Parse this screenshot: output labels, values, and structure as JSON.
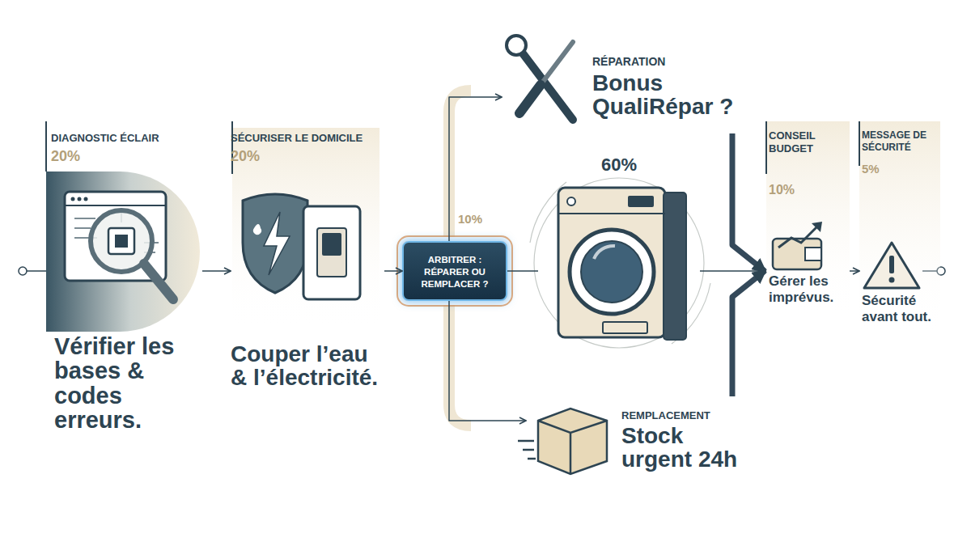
{
  "diagram": {
    "nodes": [
      {
        "text": [
          "DIAGNOSTIC ÉCLAIR",
          "20%",
          "Vérifier les bases & codes erreurs."
        ]
      },
      {
        "text": [
          "SÉCURISER LE DOMICILE",
          "20%",
          "Couper l’eau & l’électricité."
        ]
      },
      {
        "text": [
          "ARBITRER : RÉPARER OU REMPLACER ?"
        ]
      },
      {
        "text": [
          "RÉPARATION",
          "Bonus QualiRépar ?"
        ]
      },
      {
        "text": [
          "60%"
        ]
      },
      {
        "text": [
          "REMPLACEMENT",
          "Stock urgent 24h"
        ]
      },
      {
        "text": [
          "CONSEIL BUDGET",
          "10%",
          "Gérer les imprévus."
        ]
      },
      {
        "text": [
          "MESSAGE DE SÉCURITÉ",
          "5%",
          "Sécurité avant tout."
        ]
      }
    ],
    "edges": [
      {
        "from": 0,
        "to": 1,
        "arrow": "to"
      },
      {
        "from": 1,
        "to": 2,
        "arrow": "to"
      },
      {
        "from": 2,
        "to": 3,
        "arrow": "to"
      },
      {
        "from": 2,
        "to": 5,
        "arrow": "to"
      },
      {
        "from": 2,
        "to": 4,
        "arrow": "none"
      },
      {
        "from": 4,
        "to": 6,
        "arrow": "to"
      },
      {
        "from": 3,
        "to": 6,
        "arrow": "to"
      },
      {
        "from": 5,
        "to": 6,
        "arrow": "to"
      },
      {
        "from": 6,
        "to": 7,
        "arrow": "to"
      }
    ],
    "labels": [
      "10%"
    ]
  }
}
